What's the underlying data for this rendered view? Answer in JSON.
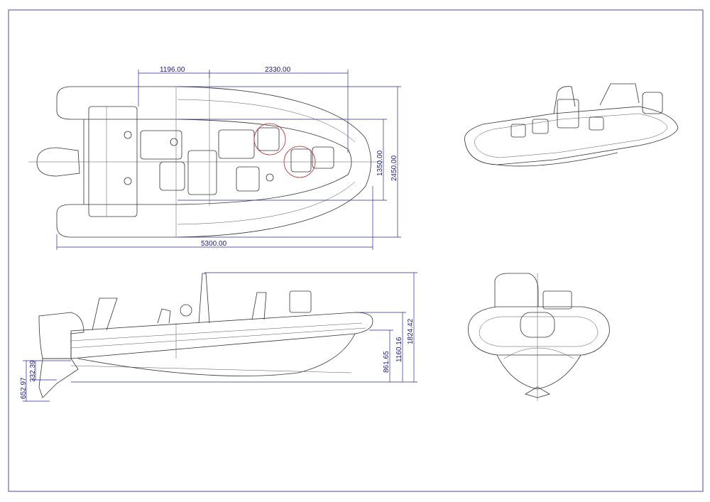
{
  "drawing": {
    "views": [
      "top-view",
      "isometric-view",
      "side-view",
      "front-view"
    ],
    "dimensions": {
      "top": {
        "stern_to_console": "1196.00",
        "console_to_bow_seat": "2330.00",
        "overall_length": "5300.00",
        "inner_beam": "1350.00",
        "overall_beam": "2450.00"
      },
      "side": {
        "overall_height": "1824.42",
        "tube_top_height": "1160.16",
        "deck_height": "861.65",
        "engine_depth": "652.97",
        "transom_offset": "332.39"
      }
    },
    "colors": {
      "dimension": "#1a1a8c",
      "frame": "#4a4aa8",
      "highlight": "#c03030",
      "line": "#333333"
    }
  }
}
